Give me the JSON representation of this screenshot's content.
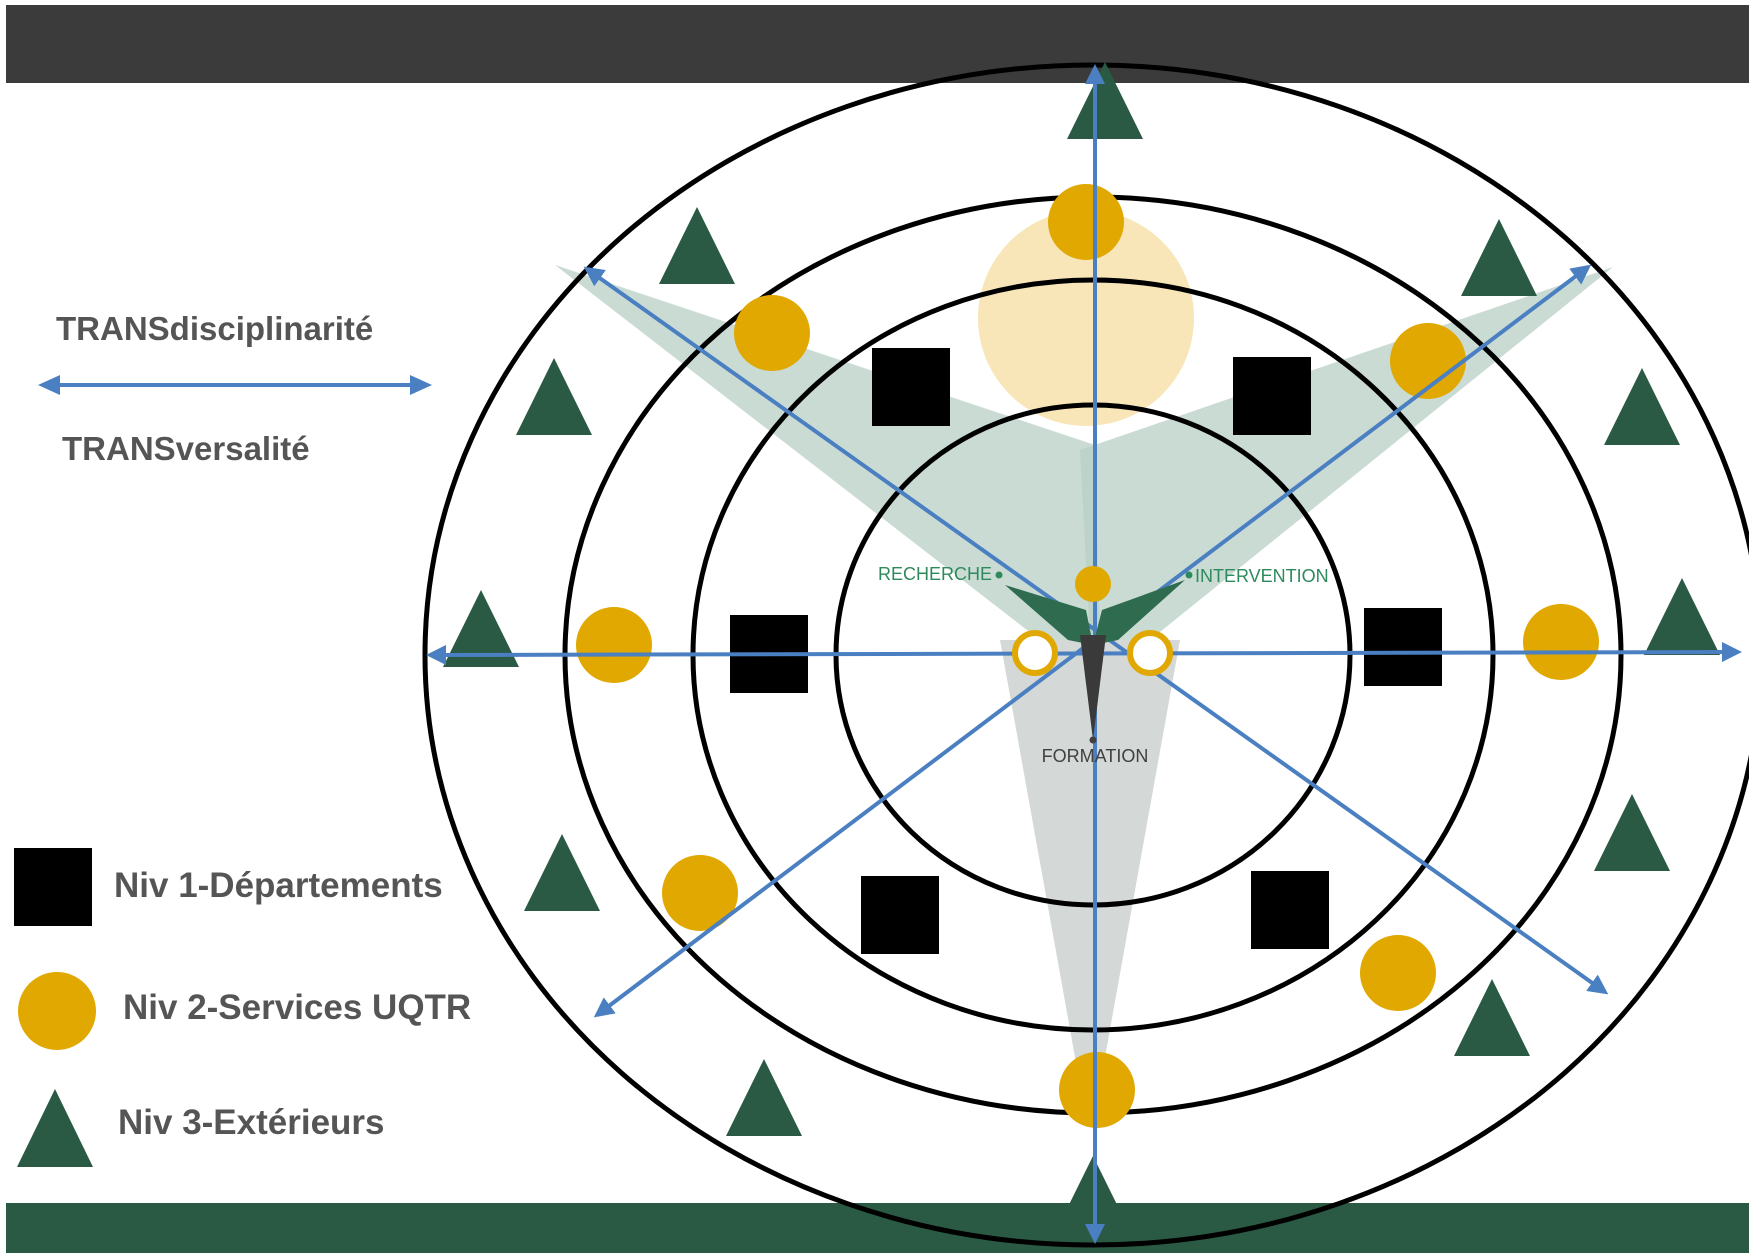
{
  "colors": {
    "top_bar": "#3b3b3b",
    "bottom_bar": "#2a5a44",
    "ring": "#000000",
    "arrow": "#4a7fc1",
    "department": "#000000",
    "service": "#e0a800",
    "exterior": "#2a5a44",
    "text": "#555555",
    "green_text": "#2e8a5c",
    "gray_text": "#404040"
  },
  "legend": {
    "transdisciplinarite": "TRANSdisciplinarité",
    "transversalite": "TRANSversalité",
    "items": [
      {
        "shape": "square",
        "label": "Niv 1-Départements"
      },
      {
        "shape": "circle",
        "label": "Niv 2-Services UQTR"
      },
      {
        "shape": "triangle",
        "label": "Niv 3-Extérieurs"
      }
    ]
  },
  "center_logo": {
    "recherche": "RECHERCHE",
    "intervention": "INTERVENTION",
    "formation": "FORMATION"
  }
}
